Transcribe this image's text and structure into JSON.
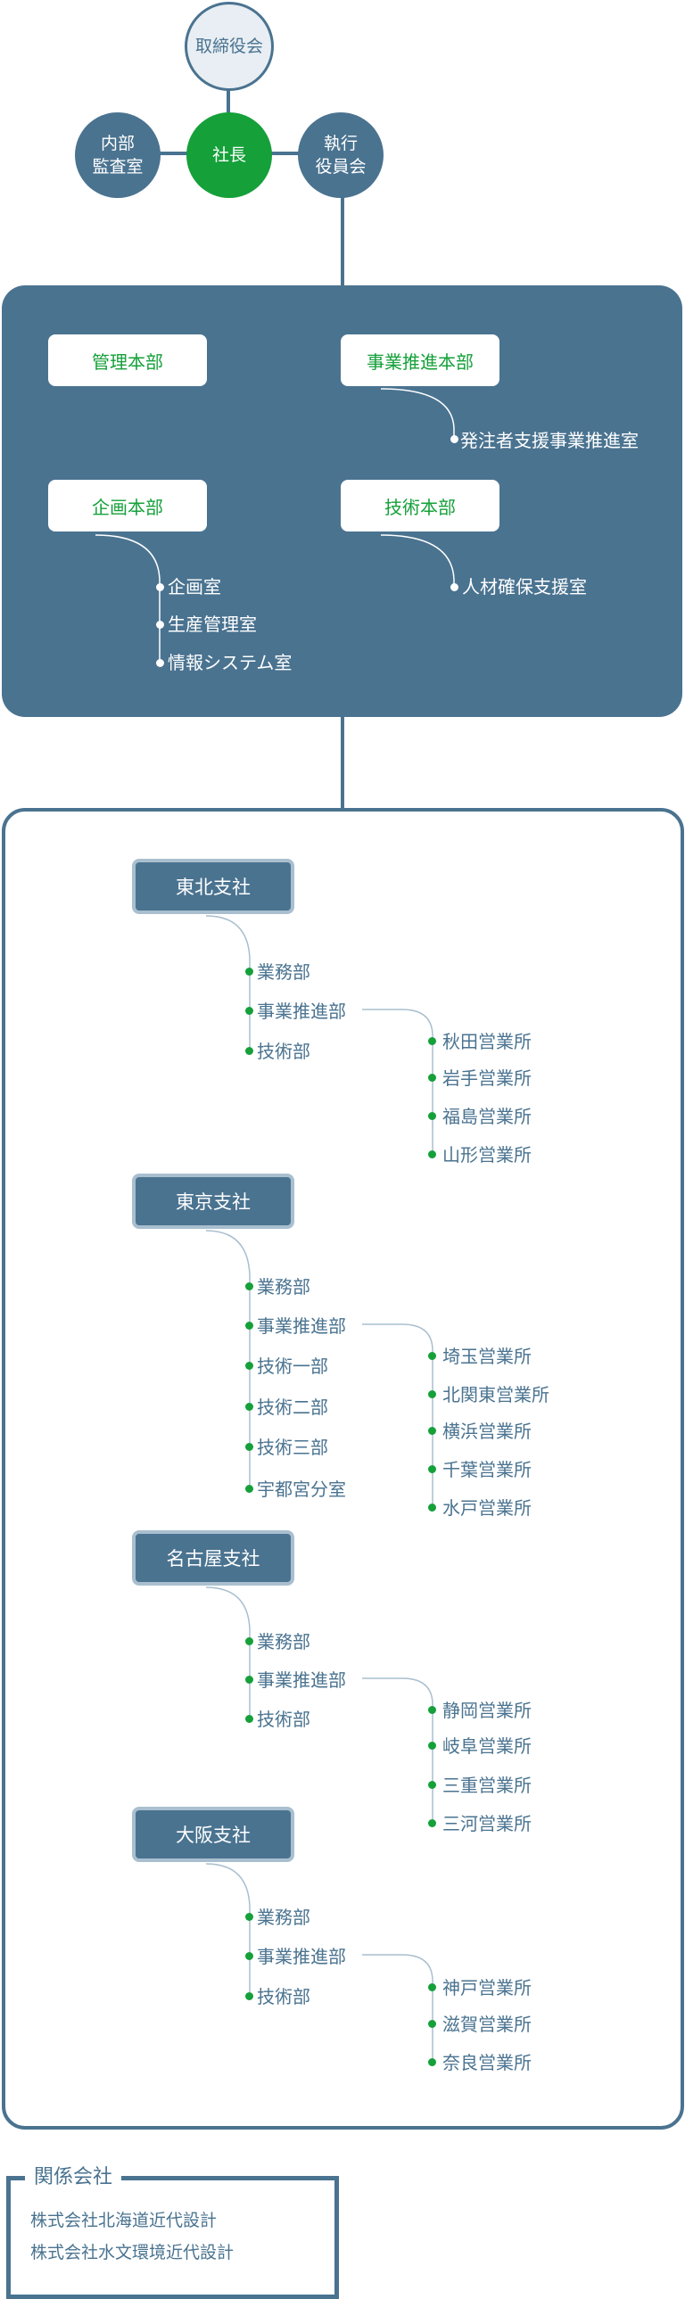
{
  "top": {
    "board": "取締役会",
    "audit": "内部\n監査室",
    "president": "社長",
    "executive": "執行\n役員会"
  },
  "hq": {
    "divisions": [
      {
        "name": "管理本部",
        "items": []
      },
      {
        "name": "事業推進本部",
        "items": [
          "発注者支援事業推進室"
        ]
      },
      {
        "name": "企画本部",
        "items": [
          "企画室",
          "生産管理室",
          "情報システム室"
        ]
      },
      {
        "name": "技術本部",
        "items": [
          "人材確保支援室"
        ]
      }
    ]
  },
  "branches": [
    {
      "name": "東北支社",
      "depts": [
        "業務部",
        "事業推進部",
        "技術部"
      ],
      "offices": [
        "秋田営業所",
        "岩手営業所",
        "福島営業所",
        "山形営業所"
      ]
    },
    {
      "name": "東京支社",
      "depts": [
        "業務部",
        "事業推進部",
        "技術一部",
        "技術二部",
        "技術三部",
        "宇都宮分室"
      ],
      "offices": [
        "埼玉営業所",
        "北関東営業所",
        "横浜営業所",
        "千葉営業所",
        "水戸営業所"
      ]
    },
    {
      "name": "名古屋支社",
      "depts": [
        "業務部",
        "事業推進部",
        "技術部"
      ],
      "offices": [
        "静岡営業所",
        "岐阜営業所",
        "三重営業所",
        "三河営業所"
      ]
    },
    {
      "name": "大阪支社",
      "depts": [
        "業務部",
        "事業推進部",
        "技術部"
      ],
      "offices": [
        "神戸営業所",
        "滋賀営業所",
        "奈良営業所"
      ]
    }
  ],
  "affiliates": {
    "title": "関係会社",
    "items": [
      "株式会社北海道近代設計",
      "株式会社水文環境近代設計"
    ]
  },
  "colors": {
    "navy": "#4a7390",
    "green": "#15a03a",
    "light": "#a9bfcf"
  }
}
